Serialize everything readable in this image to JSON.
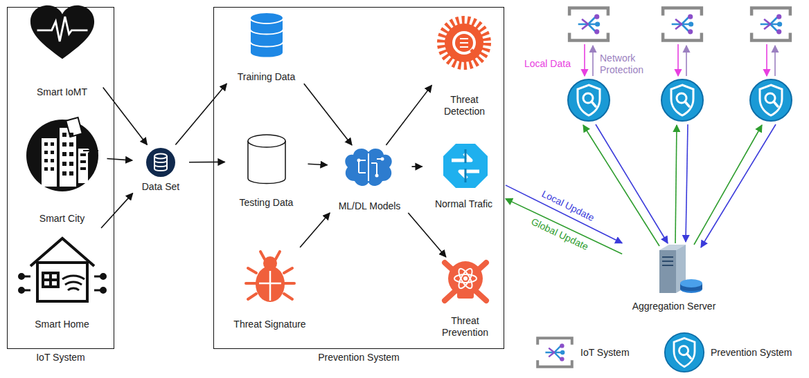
{
  "diagram": {
    "nodes": [
      {
        "text": [
          "IoT System"
        ]
      },
      {
        "text": [
          "Smart IoMT"
        ],
        "in": 0
      },
      {
        "text": [
          "Smart City"
        ],
        "in": 0
      },
      {
        "text": [
          "Smart Home"
        ],
        "in": 0
      },
      {
        "text": [
          "Data Set"
        ]
      },
      {
        "text": [
          "Prevention System"
        ]
      },
      {
        "text": [
          "Training Data"
        ],
        "in": 5
      },
      {
        "text": [
          "Testing Data"
        ],
        "in": 5
      },
      {
        "text": [
          "Threat Signature"
        ],
        "in": 5
      },
      {
        "text": [
          "ML/DL Models"
        ],
        "in": 5
      },
      {
        "text": [
          "Threat Detection"
        ],
        "in": 5
      },
      {
        "text": [
          "Normal Trafic"
        ],
        "in": 5
      },
      {
        "text": [
          "Threat Prevention"
        ],
        "in": 5
      },
      {
        "text": [
          "Aggregation Server"
        ]
      }
    ],
    "edges": [
      {
        "from": 1,
        "to": 4,
        "arrow": "to"
      },
      {
        "from": 2,
        "to": 4,
        "arrow": "to"
      },
      {
        "from": 3,
        "to": 4,
        "arrow": "to"
      },
      {
        "from": 4,
        "to": 6,
        "arrow": "to"
      },
      {
        "from": 4,
        "to": 7,
        "arrow": "to"
      },
      {
        "from": 6,
        "to": 9,
        "arrow": "to"
      },
      {
        "from": 7,
        "to": 9,
        "arrow": "to"
      },
      {
        "from": 8,
        "to": 9,
        "arrow": "to"
      },
      {
        "from": 9,
        "to": 10,
        "arrow": "to"
      },
      {
        "from": 9,
        "to": 11,
        "arrow": "to"
      },
      {
        "from": 9,
        "to": 12,
        "arrow": "to"
      },
      {
        "from": 5,
        "to": 13,
        "label": "Local Update",
        "arrow": "to"
      },
      {
        "from": 13,
        "to": 5,
        "label": "Global Update",
        "arrow": "to"
      }
    ],
    "labels": [
      "Local Data",
      "Network Protection"
    ],
    "legend": [
      {
        "text": "IoT System"
      },
      {
        "text": "Prevention System"
      }
    ]
  }
}
